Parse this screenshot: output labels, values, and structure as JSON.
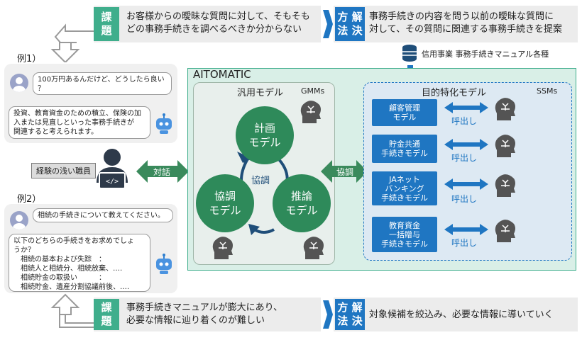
{
  "top_band": {
    "issue_tag": [
      "課",
      "題"
    ],
    "issue_lines": [
      "お客様からの曖昧な質問に対して、そもそも",
      "どの事務手続きを調べるべきか分からない"
    ],
    "solution_tag": [
      "方 解",
      "法 決"
    ],
    "solution_lines": [
      "事務手続きの内容を問う以前の曖昧な質問に",
      "対して、その質問に関連する事務手続きを提案"
    ]
  },
  "bottom_band": {
    "issue_tag": [
      "課",
      "題"
    ],
    "issue_lines": [
      "事務手続きマニュアルが膨大にあり、",
      "必要な情報に辿り着くのが難しい"
    ],
    "solution_tag": [
      "方 解",
      "法 決"
    ],
    "solution_lines": [
      "対象候補を絞込み、必要な情報に導いていく"
    ]
  },
  "example1": {
    "label": "例1）",
    "question": [
      "100万円あるんだけど、どうしたら良い",
      "？"
    ],
    "answer": [
      "投資、教育資金のための積立、保険の加",
      "入または見直しといった事務手続きが",
      "関連すると考えられます。"
    ]
  },
  "example2": {
    "label": "例2）",
    "question": [
      "相続の手続きについて教えてください。"
    ],
    "answer": [
      "以下のどちらの手続きをお求めでしょ",
      "うか？",
      "　相続の基本および失踪　：",
      "　相続人と相続分、相続放棄、‥‥",
      "　相続貯金の取扱い　　　：",
      "　相続貯金、遺産分割協議前後、‥‥"
    ]
  },
  "staff_label": "経験の浅い職員",
  "dialog_label": "対話",
  "coop_label": "協調",
  "system_title": "AITOMATIC",
  "gmm": {
    "title": "汎用モデル",
    "abbr": "GMMs",
    "plan": [
      "計画",
      "モデル"
    ],
    "coop": [
      "協調",
      "モデル"
    ],
    "infer": [
      "推論",
      "モデル"
    ],
    "center": "協調"
  },
  "ssm": {
    "title": "目的特化モデル",
    "abbr": "SSMs",
    "models": [
      [
        "顧客管理",
        "モデル"
      ],
      [
        "貯金共通",
        "手続きモデル"
      ],
      [
        "JAネット",
        "バンキング",
        "手続きモデル"
      ],
      [
        "教育資金",
        "一括贈与",
        "手続きモデル"
      ]
    ],
    "call_label": "呼出し"
  },
  "db_label": "信用事業 事務手続きマニュアル各種",
  "colors": {
    "green_tag": "#3fae8c",
    "blue_tag": "#1f76c2",
    "model_green": "#2e8a5a",
    "system_bg": "#d9efe7",
    "ssm_bg": "#dde9f3"
  }
}
